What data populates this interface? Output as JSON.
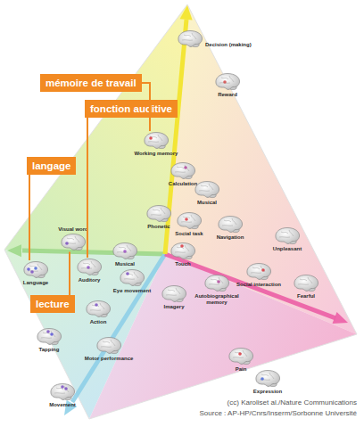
{
  "diagram": {
    "nodes": [
      {
        "text": [
          "Decision (making)"
        ]
      },
      {
        "text": [
          "Reward"
        ]
      },
      {
        "text": [
          "mémoire de travail"
        ]
      },
      {
        "text": [
          "fonction auditive"
        ]
      },
      {
        "text": [
          "Working memory"
        ]
      },
      {
        "text": [
          "langage"
        ]
      },
      {
        "text": [
          "Calculation"
        ]
      },
      {
        "text": [
          "Musical"
        ]
      },
      {
        "text": [
          "Visual word"
        ]
      },
      {
        "text": [
          "Phonetic"
        ]
      },
      {
        "text": [
          "Social task"
        ]
      },
      {
        "text": [
          "Navigation"
        ]
      },
      {
        "text": [
          "Unpleasant"
        ]
      },
      {
        "text": [
          "Musical"
        ]
      },
      {
        "text": [
          "Touch"
        ]
      },
      {
        "text": [
          "Language"
        ]
      },
      {
        "text": [
          "Auditory"
        ]
      },
      {
        "text": [
          "Eye movement"
        ]
      },
      {
        "text": [
          "Social interaction"
        ]
      },
      {
        "text": [
          "Autobiographical memory"
        ]
      },
      {
        "text": [
          "Fearful"
        ]
      },
      {
        "text": [
          "lecture"
        ]
      },
      {
        "text": [
          "Action"
        ]
      },
      {
        "text": [
          "Imagery"
        ]
      },
      {
        "text": [
          "Tapping"
        ]
      },
      {
        "text": [
          "Motor performance"
        ]
      },
      {
        "text": [
          "Pain"
        ]
      },
      {
        "text": [
          "Expression"
        ]
      },
      {
        "text": [
          "Movement"
        ]
      }
    ],
    "edges": [
      {
        "from": 2,
        "to": 4,
        "arrow": "none"
      },
      {
        "from": 3,
        "to": 16,
        "arrow": "none"
      },
      {
        "from": 5,
        "to": 15,
        "arrow": "none"
      },
      {
        "from": 21,
        "to": 8,
        "arrow": "none"
      }
    ],
    "labels": [
      "(cc) Karoliset al./Nature Communications",
      "Source : AP-HP/Cnrs/Inserm/Sorbonne Université"
    ]
  }
}
